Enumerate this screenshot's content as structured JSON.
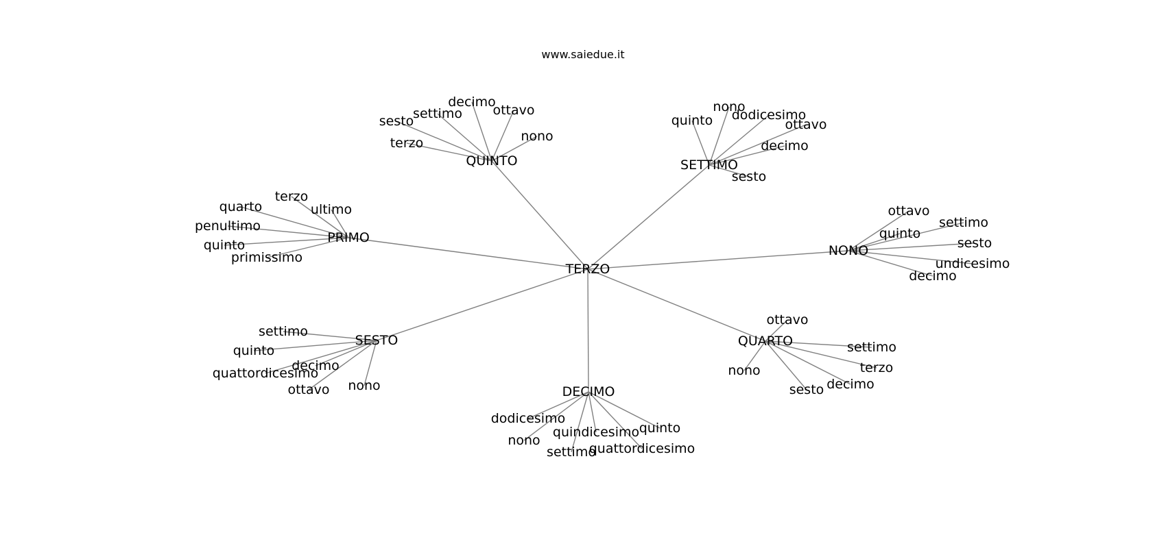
{
  "header": {
    "site": "www.saiedue.it"
  },
  "graph": {
    "center": "TERZO",
    "branches": [
      {
        "hub": "QUINTO",
        "leaves": [
          "terzo",
          "sesto",
          "settimo",
          "decimo",
          "ottavo",
          "nono"
        ]
      },
      {
        "hub": "SETTIMO",
        "leaves": [
          "quinto",
          "nono",
          "dodicesimo",
          "ottavo",
          "decimo",
          "sesto"
        ]
      },
      {
        "hub": "PRIMO",
        "leaves": [
          "quarto",
          "terzo",
          "ultimo",
          "penultimo",
          "quinto",
          "primissimo"
        ]
      },
      {
        "hub": "NONO",
        "leaves": [
          "ottavo",
          "settimo",
          "quinto",
          "sesto",
          "undicesimo",
          "decimo"
        ]
      },
      {
        "hub": "SESTO",
        "leaves": [
          "settimo",
          "quinto",
          "quattordicesimo",
          "decimo",
          "ottavo",
          "nono"
        ]
      },
      {
        "hub": "QUARTO",
        "leaves": [
          "ottavo",
          "settimo",
          "nono",
          "terzo",
          "sesto",
          "decimo"
        ]
      },
      {
        "hub": "DECIMO",
        "leaves": [
          "dodicesimo",
          "nono",
          "quindicesimo",
          "quinto",
          "settimo",
          "quattordicesimo"
        ]
      }
    ]
  },
  "colors": {
    "edge": "#808080",
    "text": "#000000",
    "background": "#ffffff"
  }
}
